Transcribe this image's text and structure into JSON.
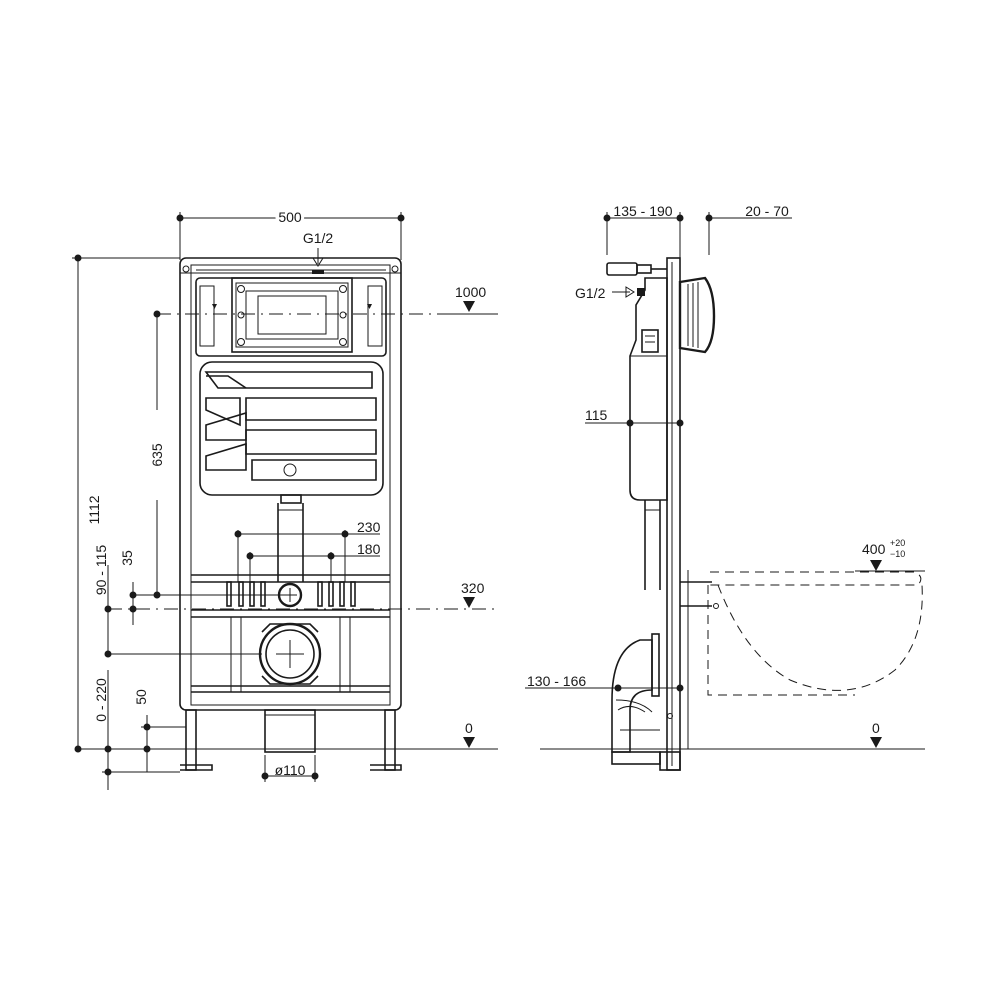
{
  "front_view": {
    "width_label": "500",
    "inlet_label": "G1/2",
    "height_label": "1112",
    "button_height_label": "635",
    "range_90_115": "90 - 115",
    "offset_35": "35",
    "range_0_220": "0 - 220",
    "offset_50": "50",
    "stud_230": "230",
    "stud_180": "180",
    "level_1000": "1000",
    "level_320": "320",
    "level_0": "0",
    "drain_label": "ø110"
  },
  "side_view": {
    "depth_label": "135 - 190",
    "cover_label": "20 - 70",
    "inlet_label": "G1/2",
    "cistern_label": "115",
    "outlet_label": "130  - 166",
    "bowl_height_label": "400",
    "bowl_tol_plus": "+20",
    "bowl_tol_minus": "−10",
    "level_0": "0"
  }
}
